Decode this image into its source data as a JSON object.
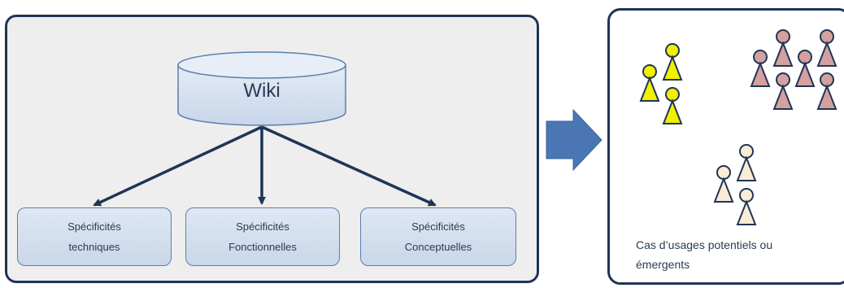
{
  "diagram": {
    "wiki_label": "Wiki",
    "specs": [
      {
        "text": "Spécificités\ntechniques"
      },
      {
        "text": "Spécificités\nFonctionnelles"
      },
      {
        "text": "Spécificités\nConceptuelles"
      }
    ],
    "usage_caption": "Cas d’usages potentiels ou\némergents"
  },
  "colors": {
    "panel_border": "#1f3556",
    "panel_fill": "#eeeeee",
    "box_fill": "#d6e1ef",
    "box_border": "#5b7fae",
    "arrow": "#1f3556",
    "big_arrow": "#4a77b4",
    "person_yellow": "#f0f000",
    "person_pink": "#d4a0a0",
    "person_cream": "#fbecd6",
    "person_outline": "#1f3556"
  },
  "icons": {
    "database": "cylinder-icon",
    "flow": "right-arrow-icon",
    "person": "person-icon"
  }
}
